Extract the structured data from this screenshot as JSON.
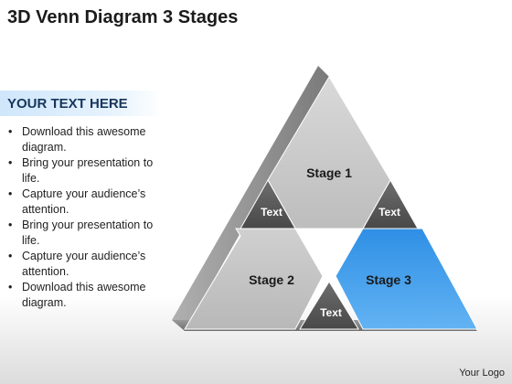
{
  "title": "3D Venn Diagram 3 Stages",
  "sidebar": {
    "heading": "YOUR TEXT HERE",
    "bullets": [
      "Download this awesome diagram.",
      "Bring your presentation to life.",
      "Capture your audience’s attention.",
      "Bring your presentation to life.",
      "Capture your audience’s attention.",
      "Download this awesome diagram."
    ]
  },
  "diagram": {
    "stages": [
      {
        "label": "Stage 1",
        "color": "#c4c4c4"
      },
      {
        "label": "Stage 2",
        "color": "#c4c4c4"
      },
      {
        "label": "Stage 3",
        "color": "#3f9de9"
      }
    ],
    "overlap_labels": [
      "Text",
      "Text",
      "Text"
    ],
    "overlap_color": "#5a5a5a",
    "side_color": "#8a8a8a"
  },
  "footer": {
    "logo": "Your Logo"
  }
}
